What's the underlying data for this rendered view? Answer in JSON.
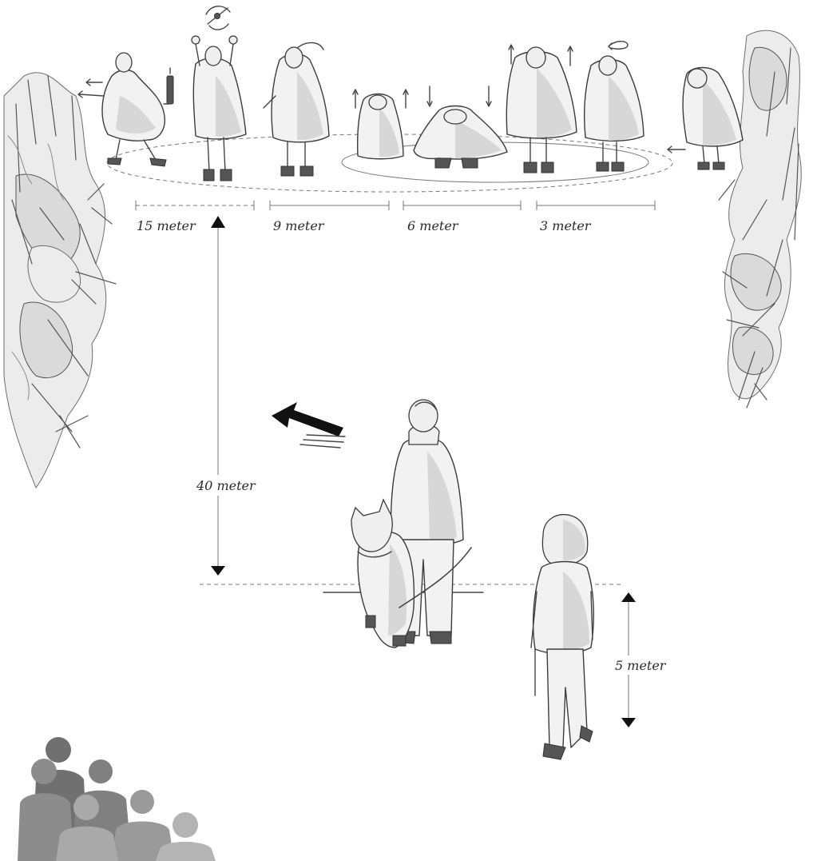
{
  "distance_labels": {
    "d15": "15 meter",
    "d9": "9 meter",
    "d6": "6 meter",
    "d3": "3 meter",
    "d40": "40 meter",
    "d5": "5 meter"
  },
  "colors": {
    "ink": "#3c3c3c",
    "crowd_dark": "#6f6f6f",
    "crowd_mid": "#8c8c8c",
    "crowd_light": "#a9a9a9"
  }
}
